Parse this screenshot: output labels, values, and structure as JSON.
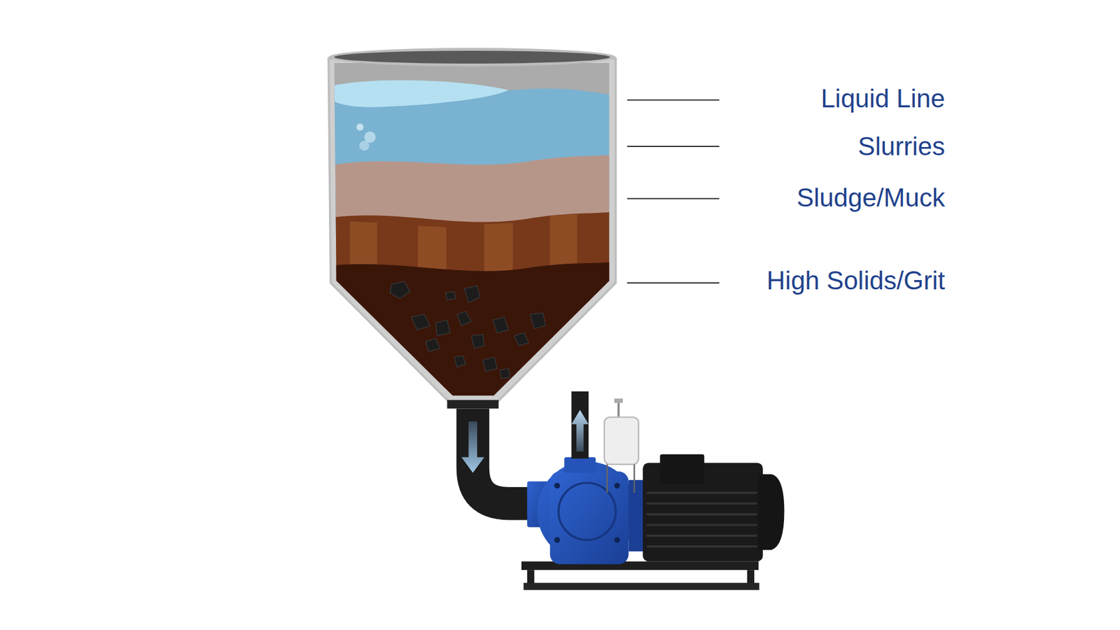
{
  "diagram": {
    "labels": [
      "Liquid Line",
      "Slurries",
      "Sludge/Muck",
      "High Solids/Grit"
    ]
  }
}
